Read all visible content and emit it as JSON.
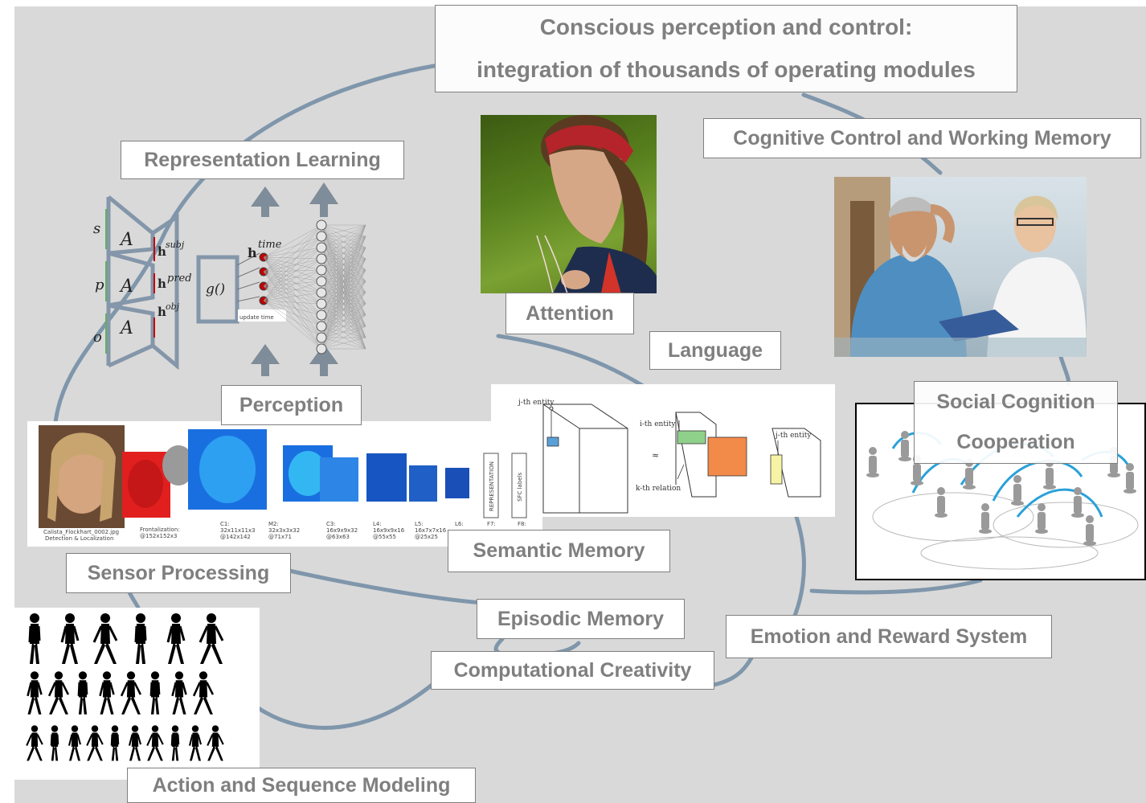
{
  "title": {
    "line1": "Conscious perception and control:",
    "line2": "integration of thousands of operating modules"
  },
  "labels": {
    "representation_learning": "Representation Learning",
    "perception": "Perception",
    "attention": "Attention",
    "language": "Language",
    "cognitive_control": "Cognitive Control and Working Memory",
    "social_cognition": "Social Cognition",
    "cooperation": "Cooperation",
    "sensor_processing": "Sensor Processing",
    "semantic_memory": "Semantic Memory",
    "episodic_memory": "Episodic Memory",
    "emotion_reward": "Emotion and Reward System",
    "computational_creativity": "Computational Creativity",
    "action_sequence": "Action and Sequence Modeling"
  },
  "representation_diagram": {
    "input_s": "s",
    "input_p": "p",
    "input_o": "o",
    "block": "A",
    "h_subj": "subj",
    "h_pred": "pred",
    "h_obj": "obj",
    "g_func": "g()",
    "h_time": "time",
    "bold_h": "h",
    "update_text": "update time"
  },
  "semantic_diagram": {
    "j_entity_top": "j-th entity",
    "i_entity": "i-th entity",
    "j_entity_right": "j-th entity",
    "k_relation": "k-th relation",
    "approx": "≈"
  },
  "face_pipeline": {
    "caption1": "Calista_Flockhart_0002.jpg",
    "caption2": "Detection & Localization",
    "front1": "Frontalization:",
    "front2": "@152x152x3",
    "stages": [
      {
        "name": "C1:",
        "dims": "32x11x11x3",
        "out": "@142x142"
      },
      {
        "name": "M2:",
        "dims": "32x3x3x32",
        "out": "@71x71"
      },
      {
        "name": "C3:",
        "dims": "16x9x9x32",
        "out": "@63x63"
      },
      {
        "name": "L4:",
        "dims": "16x9x9x16",
        "out": "@55x55"
      },
      {
        "name": "L5:",
        "dims": "16x7x7x16",
        "out": "@25x25"
      },
      {
        "name": "L6:",
        "dims": "",
        "out": ""
      },
      {
        "name": "F7:",
        "dims": "",
        "out": ""
      },
      {
        "name": "F8:",
        "dims": "",
        "out": ""
      }
    ],
    "representation": "REPRESENTATION",
    "sfc": "SFC labels"
  },
  "colors": {
    "background": "#d9d9d9",
    "curve": "#7f96ab",
    "label_text": "#7f7f7f",
    "arrow": "#7f8c99"
  }
}
